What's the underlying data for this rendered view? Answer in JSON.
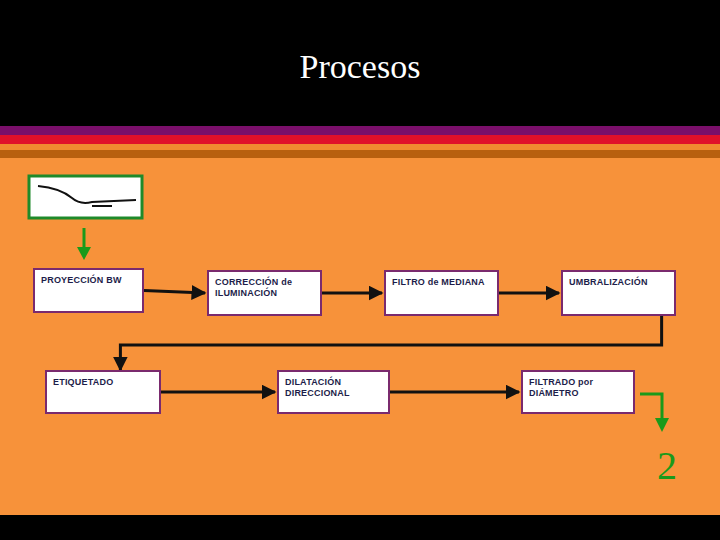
{
  "diagram": {
    "title": "Procesos",
    "nodes": [
      {
        "text": [
          "PROYECCIÓN BW"
        ]
      },
      {
        "text": [
          "CORRECCIÓN de ILUMINACIÓN"
        ]
      },
      {
        "text": [
          "FILTRO de MEDIANA"
        ]
      },
      {
        "text": [
          "UMBRALIZACIÓN"
        ]
      },
      {
        "text": [
          "ETIQUETADO"
        ]
      },
      {
        "text": [
          "DILATACIÓN DIRECCIONAL"
        ]
      },
      {
        "text": [
          "FILTRADO por DIÁMETRO"
        ]
      }
    ],
    "edges": [
      {
        "from": 0,
        "to": 1,
        "arrow": "to"
      },
      {
        "from": 1,
        "to": 2,
        "arrow": "to"
      },
      {
        "from": 2,
        "to": 3,
        "arrow": "to"
      },
      {
        "from": 3,
        "to": 4,
        "arrow": "to"
      },
      {
        "from": 4,
        "to": 5,
        "arrow": "to"
      },
      {
        "from": 5,
        "to": 6,
        "arrow": "to"
      }
    ],
    "labels": [
      "2"
    ]
  }
}
